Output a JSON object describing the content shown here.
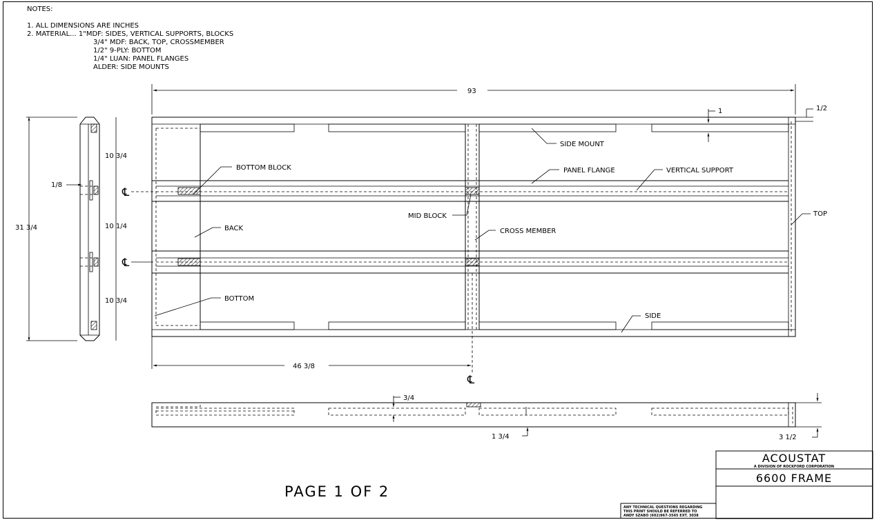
{
  "notes": {
    "heading": "NOTES:",
    "line1": "1. ALL DIMENSIONS ARE INCHES",
    "line2": "2. MATERIAL... 1\"MDF: SIDES, VERTICAL SUPPORTS, BLOCKS",
    "line3": "3/4\" MDF: BACK, TOP, CROSSMEMBER",
    "line4": "1/2\" 9-PLY: BOTTOM",
    "line5": "1/4\" LUAN: PANEL FLANGES",
    "line6": "ALDER: SIDE MOUNTS"
  },
  "dims": {
    "width_93": "93",
    "height_31_3_4": "31 3/4",
    "d_10_3_4_top": "10 3/4",
    "d_10_1_4": "10 1/4",
    "d_10_3_4_bot": "10 3/4",
    "d_1_8": "1/8",
    "d_1": "1",
    "d_1_2": "1/2",
    "d_46_3_8": "46 3/8",
    "d_3_4": "3/4",
    "d_1_3_4": "1 3/4",
    "d_3_1_2": "3 1/2",
    "centerline": "℄"
  },
  "labels": {
    "side_mount": "SIDE MOUNT",
    "bottom_block": "BOTTOM BLOCK",
    "panel_flange": "PANEL FLANGE",
    "vertical_support": "VERTICAL SUPPORT",
    "mid_block": "MID BLOCK",
    "back": "BACK",
    "cross_member": "CROSS MEMBER",
    "top": "TOP",
    "bottom": "BOTTOM",
    "side": "SIDE"
  },
  "page_label": "PAGE 1 OF 2",
  "title_block": {
    "company": "ACOUSTAT",
    "division": "A DIVISION OF ROCKFORD CORPORATION",
    "drawing": "6600 FRAME",
    "contact1": "ANY TECHNICAL QUESTIONS REGARDING",
    "contact2": "THIS PRINT SHOULD BE REFERRED TO",
    "contact3": "ANDY SZABO (602)967-3565 EXT. 3038"
  }
}
